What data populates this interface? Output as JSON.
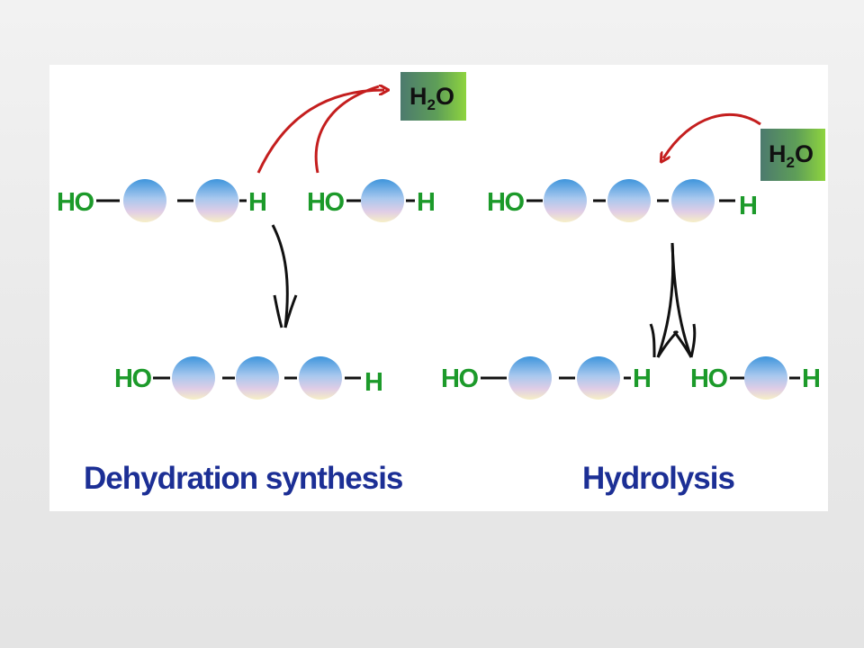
{
  "labels": {
    "ho": "HO",
    "h": "H"
  },
  "water": {
    "main": "H",
    "sub": "2",
    "tail": "O"
  },
  "captions": {
    "dehydration": "Dehydration synthesis",
    "hydrolysis": "Hydrolysis"
  },
  "colors": {
    "label_green": "#1c9a2a",
    "caption_blue": "#1c2f95",
    "arrow_red": "#c41e1e",
    "monomer_top": "#4aa0e0",
    "monomer_bottom": "#f4ecc4"
  }
}
